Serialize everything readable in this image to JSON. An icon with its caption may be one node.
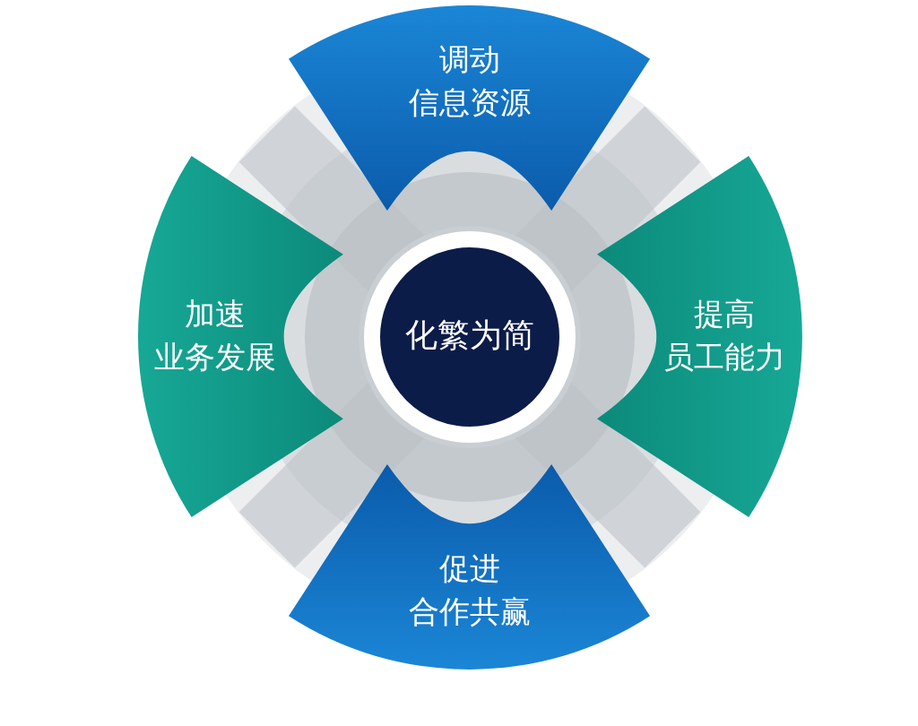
{
  "diagram": {
    "nodes": [
      {
        "text": [
          "调动信息资源"
        ]
      },
      {
        "text": [
          "加速业务发展"
        ]
      },
      {
        "text": [
          "化繁为简"
        ]
      },
      {
        "text": [
          "提高员工能力"
        ]
      },
      {
        "text": [
          "促进合作共赢"
        ]
      }
    ]
  }
}
